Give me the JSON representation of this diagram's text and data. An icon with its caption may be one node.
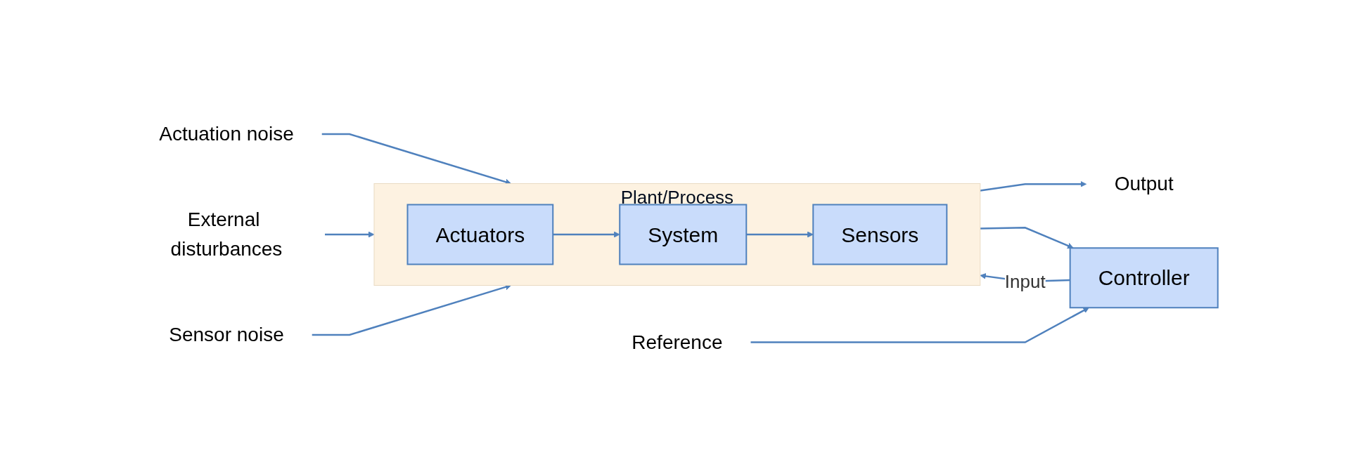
{
  "diagram": {
    "nodes": [
      {
        "text": [
          "Actuation noise"
        ]
      },
      {
        "text": [
          "External disturbances"
        ]
      },
      {
        "text": [
          "Sensor noise"
        ]
      },
      {
        "text": [
          "Reference"
        ]
      },
      {
        "text": [
          "Controller"
        ]
      },
      {
        "text": [
          "Plant/Process"
        ]
      },
      {
        "text": [
          "Actuators"
        ],
        "in": 5
      },
      {
        "text": [
          "System"
        ],
        "in": 5
      },
      {
        "text": [
          "Sensors"
        ],
        "in": 5
      },
      {
        "text": [
          "Output"
        ]
      }
    ],
    "edges": [
      {
        "from": 3,
        "to": 4,
        "arrow": "to"
      },
      {
        "from": 4,
        "to": 5,
        "label": "Input",
        "arrow": "to"
      },
      {
        "from": 0,
        "to": 5,
        "arrow": "to"
      },
      {
        "from": 1,
        "to": 5,
        "arrow": "to"
      },
      {
        "from": 2,
        "to": 5,
        "arrow": "to"
      },
      {
        "from": 6,
        "to": 7,
        "arrow": "to"
      },
      {
        "from": 7,
        "to": 8,
        "arrow": "to"
      },
      {
        "from": 5,
        "to": 9,
        "arrow": "to"
      },
      {
        "from": 5,
        "to": 4,
        "arrow": "to"
      }
    ]
  }
}
